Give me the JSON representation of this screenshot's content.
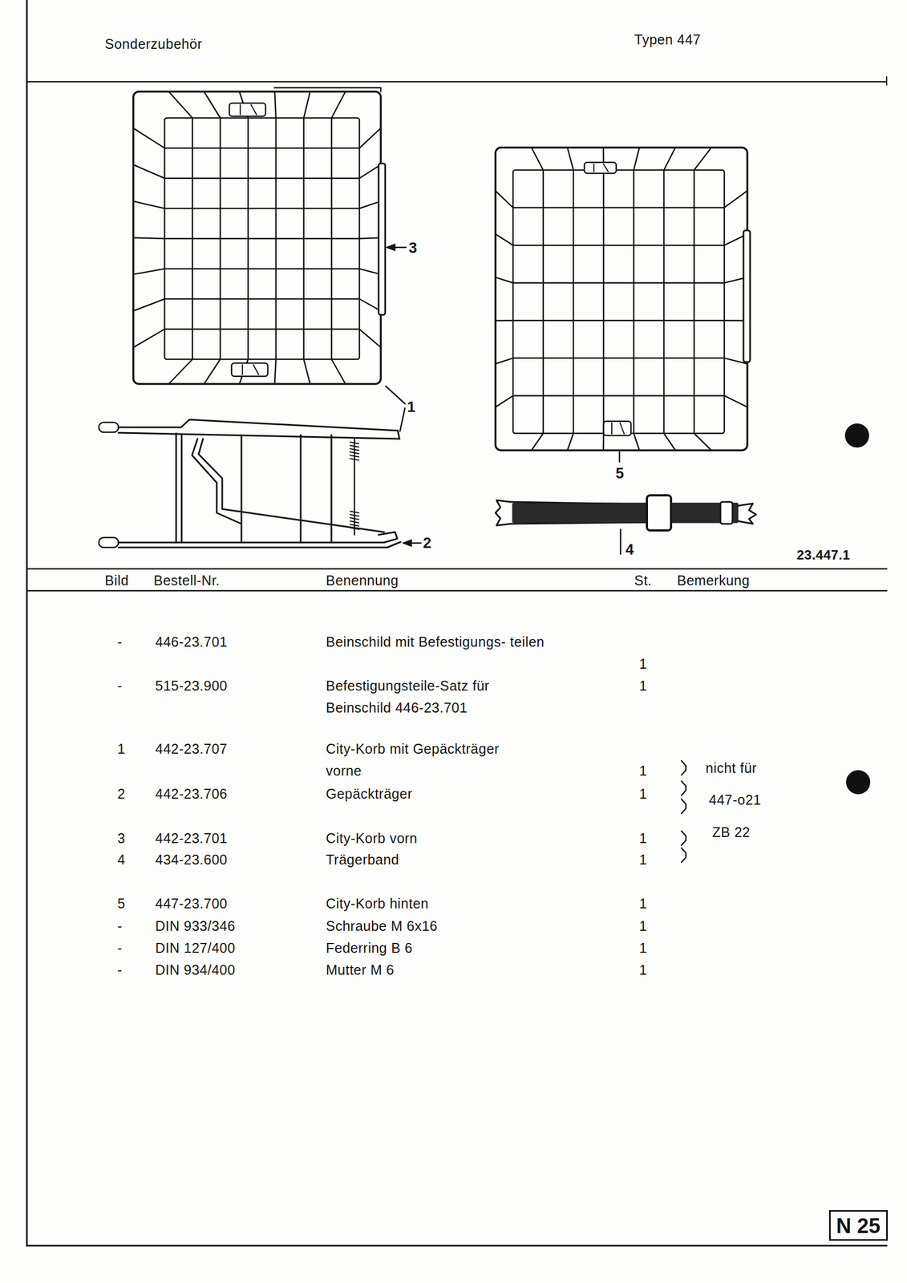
{
  "diagram": {
    "title": "Sonderzubehör",
    "nodes": [
      {
        "text": [
          "N 25"
        ]
      }
    ],
    "labels": [
      "Typen 447",
      "3",
      "1",
      "5",
      "2",
      "4",
      "23.447.1",
      "Bild",
      "Bestell-Nr.",
      "Benennung",
      "St.",
      "Bemerkung",
      "-",
      "446-23.701",
      "Beinschild mit Befestigungs- teilen",
      "1",
      "-",
      "515-23.900",
      "Befestigungsteile-Satz für Beinschild 446-23.701",
      "1",
      "1",
      "442-23.707",
      "City-Korb mit Gepäckträger vorne",
      "1",
      "nicht für",
      "2",
      "442-23.706",
      "Gepäckträger",
      "1",
      "447-o21",
      "3",
      "442-23.701",
      "City-Korb vorn",
      "1",
      "ZB 22",
      "4",
      "434-23.600",
      "Trägerband",
      "1",
      "5",
      "447-23.700",
      "City-Korb hinten",
      "1",
      "-",
      "DIN 933/346",
      "Schraube M 6x16",
      "1",
      "-",
      "DIN 127/400",
      "Federring B 6",
      "1",
      "-",
      "DIN 934/400",
      "Mutter M 6",
      "1"
    ]
  }
}
